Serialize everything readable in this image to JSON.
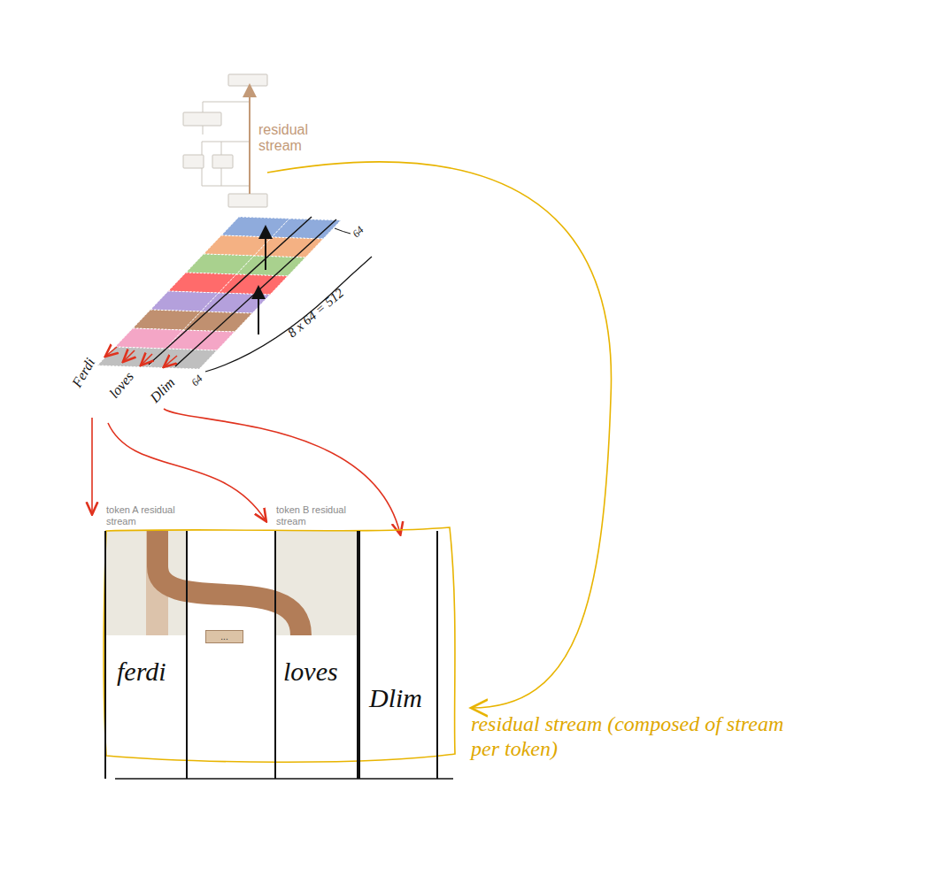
{
  "diagram": {
    "nodes": [
      {
        "text": [
          "residual stream (composed of stream per token)"
        ]
      },
      {
        "text": [
          "token A residual stream",
          "ferdi"
        ],
        "in": 0
      },
      {
        "text": [
          "token B residual stream",
          "loves"
        ],
        "in": 0
      },
      {
        "text": [
          "Dlim"
        ],
        "in": 0
      },
      {
        "text": [
          "..."
        ],
        "in": 0
      }
    ],
    "labels": [
      "residual stream",
      "Ferdi",
      "loves",
      "Dlim",
      "64",
      "64",
      "8 x 64 = 512"
    ]
  }
}
